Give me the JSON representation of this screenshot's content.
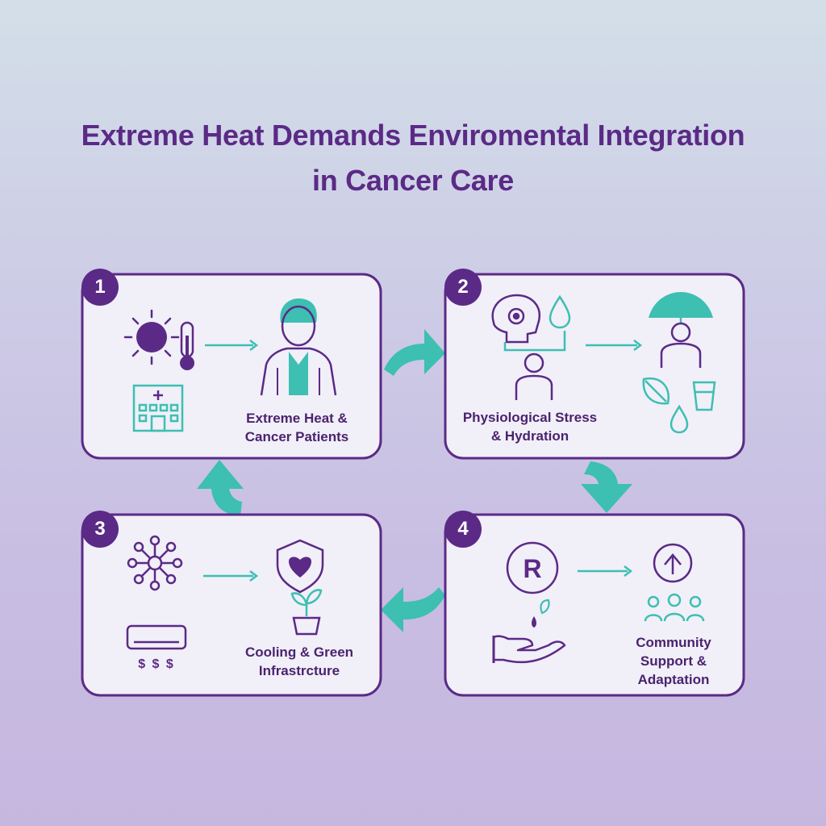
{
  "title": {
    "line1": "Extreme Heat Demands Enviromental Integration",
    "line2": "in Cancer Care"
  },
  "colors": {
    "purple": "#5b2a86",
    "teal": "#3dbfb2",
    "card_bg": "#f1eff8"
  },
  "cards": [
    {
      "number": "1",
      "label_lines": [
        "Extreme Heat &",
        "Cancer Patients"
      ],
      "icons": [
        "sun-icon",
        "thermometer-icon",
        "hospital-icon",
        "doctor-icon"
      ]
    },
    {
      "number": "2",
      "label_lines": [
        "Physiological Stress",
        "& Hydration"
      ],
      "icons": [
        "brain-gear-icon",
        "water-drop-icon",
        "person-icon",
        "umbrella-person-icon",
        "leaf-icon",
        "water-glass-icon"
      ]
    },
    {
      "number": "3",
      "label_lines": [
        "Cooling & Green",
        "Infrastrcture"
      ],
      "icons": [
        "network-icon",
        "air-conditioner-icon",
        "shield-heart-icon",
        "plant-pot-icon"
      ]
    },
    {
      "number": "4",
      "label_lines": [
        "Community",
        "Support &",
        "Adaptation"
      ],
      "icons": [
        "resilience-r-icon",
        "hand-seedling-icon",
        "up-arrow-circle-icon",
        "community-group-icon"
      ]
    }
  ],
  "ac_symbols": "$ $ $"
}
